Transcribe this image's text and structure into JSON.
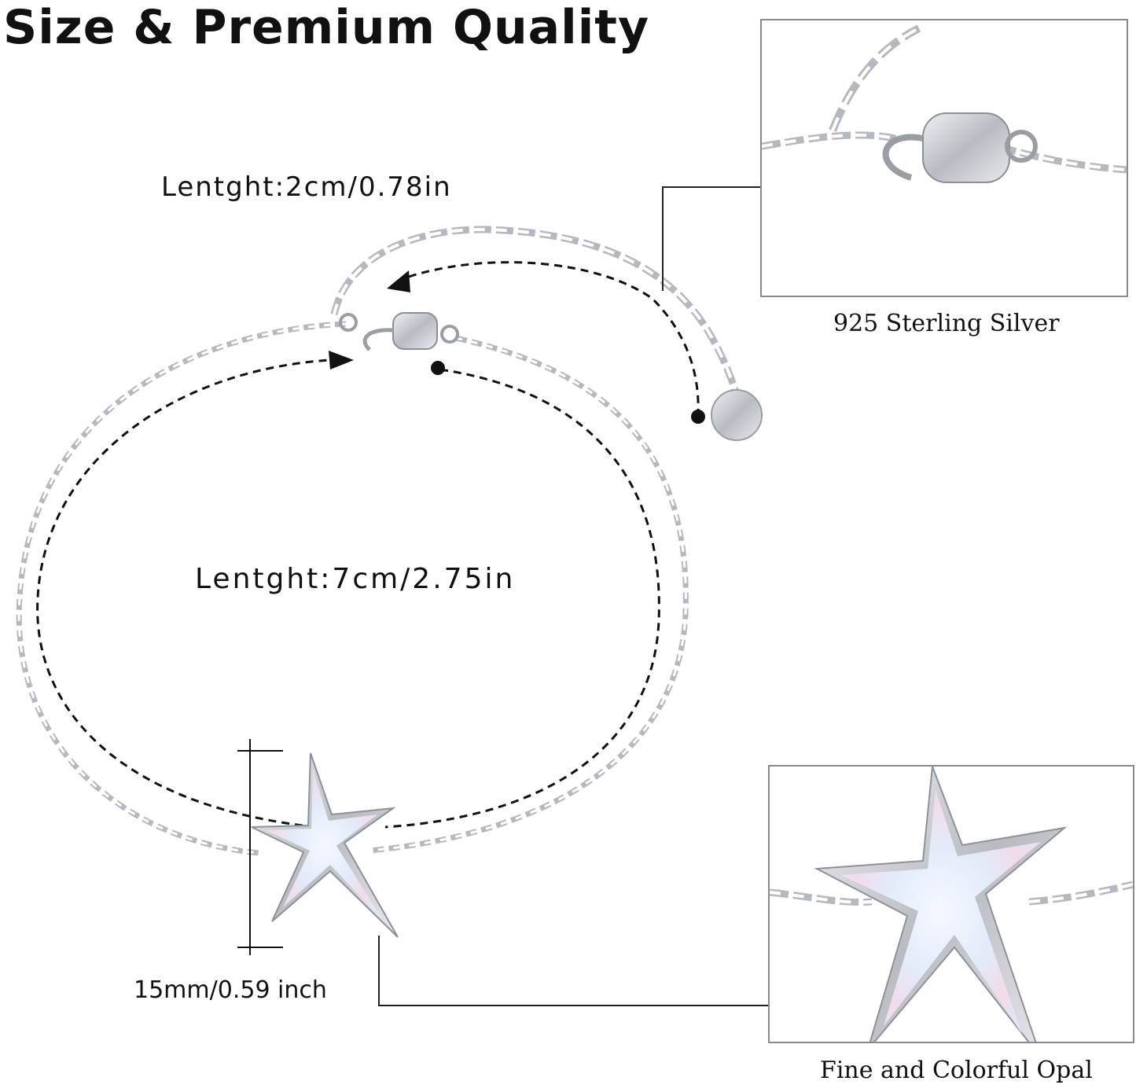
{
  "title": "Size & Premium Quality",
  "extender_length": "Lentght:2cm/0.78in",
  "bracelet_length": "Lentght:7cm/2.75in",
  "pendant_size": "15mm/0.59 inch",
  "inset_clasp_caption": "925 Sterling Silver",
  "inset_star_caption": "Fine and Colorful Opal",
  "colors": {
    "silver": "#b9bcc2",
    "silver_dark": "#7d8087",
    "opal": "#e6ecf8",
    "opal_pink": "#f3d6e6",
    "line": "#222222"
  }
}
